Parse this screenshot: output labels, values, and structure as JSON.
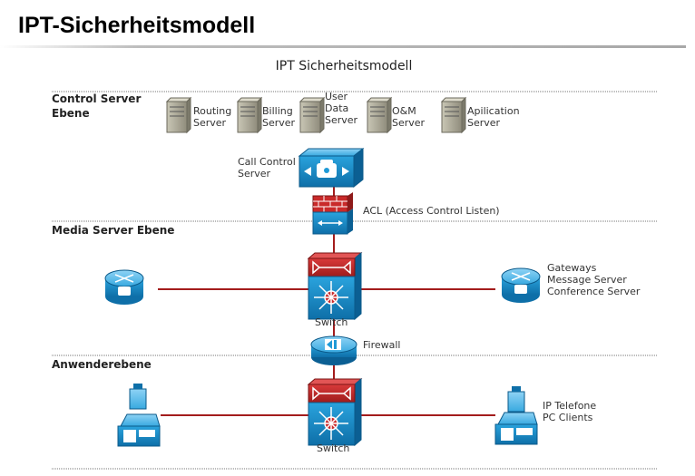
{
  "page_title": "IPT-Sicherheitsmodell",
  "diagram_title": "IPT Sicherheitsmodell",
  "layers": {
    "control": [
      "Control Server",
      "Ebene"
    ],
    "media": "Media Server Ebene",
    "user": "Anwenderebene"
  },
  "servers": [
    {
      "lines": [
        "Routing",
        "Server"
      ]
    },
    {
      "lines": [
        "Billing",
        "Server"
      ]
    },
    {
      "lines": [
        "User",
        "Data",
        "Server"
      ]
    },
    {
      "lines": [
        "O&M",
        "Server"
      ]
    },
    {
      "lines": [
        "Apilication",
        "Server"
      ]
    }
  ],
  "call_control": [
    "Call Control",
    "Server"
  ],
  "acl": "ACL (Access Control Listen)",
  "media_switch": "Switch",
  "gateways": [
    "Gateways",
    "Message Server",
    "Conference Server"
  ],
  "firewall": "Firewall",
  "user_switch": "Switch",
  "ip_phones": [
    "IP Telefone",
    "PC Clients"
  ],
  "colors": {
    "link": "#a31c1c",
    "cisco_blue": "#1f9ad6",
    "cisco_red": "#c92a2a"
  }
}
